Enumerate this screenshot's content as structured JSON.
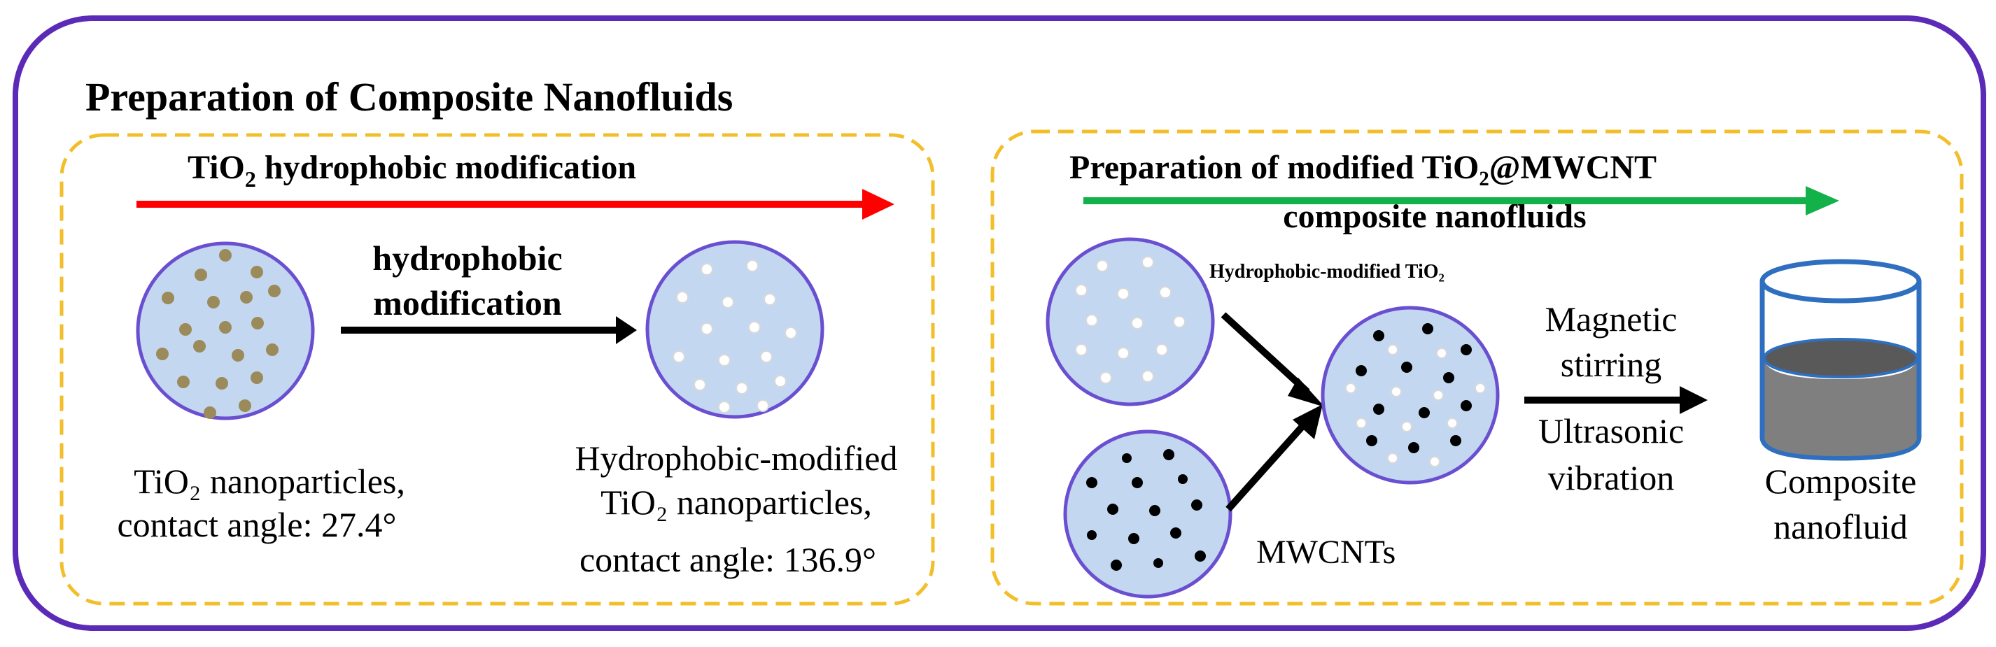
{
  "title": "Preparation of Composite Nanofluids",
  "colors": {
    "outer_border": "#5b2bb8",
    "dashed_border": "#f2bf2a",
    "arrow_red": "#ff0000",
    "arrow_green": "#12b14a",
    "circle_fill": "#c3d8f0",
    "circle_stroke": "#6a4fd0",
    "tio2_particle": "#9b8a5a",
    "modified_particle": "#ffffff",
    "mwcnt_particle": "#000000",
    "beaker_liquid": "#7f7f7f",
    "beaker_stroke": "#2f6fbf"
  },
  "left_panel": {
    "heading_main": "TiO",
    "heading_sub": "2",
    "heading_rest": " hydrophobic modification",
    "arrow_label_line1": "hydrophobic",
    "arrow_label_line2": "modification",
    "caption_a_line1": "TiO₂ nanoparticles,",
    "caption_a_line2": "contact angle: 27.4°",
    "caption_b_line1": "Hydrophobic-modified",
    "caption_b_line2": "TiO₂ nanoparticles,",
    "caption_b_line3": "contact angle: 136.9°"
  },
  "right_panel": {
    "heading_line1": "Preparation of modified TiO₂@MWCNT",
    "heading_line2": "composite nanofluids",
    "label_modified": "Hydrophobic-modified TiO₂",
    "label_mwcnt": "MWCNTs",
    "process_line1": "Magnetic",
    "process_line2": "stirring",
    "process_line3": "Ultrasonic",
    "process_line4": "vibration",
    "product_line1": "Composite",
    "product_line2": "nanofluid"
  }
}
